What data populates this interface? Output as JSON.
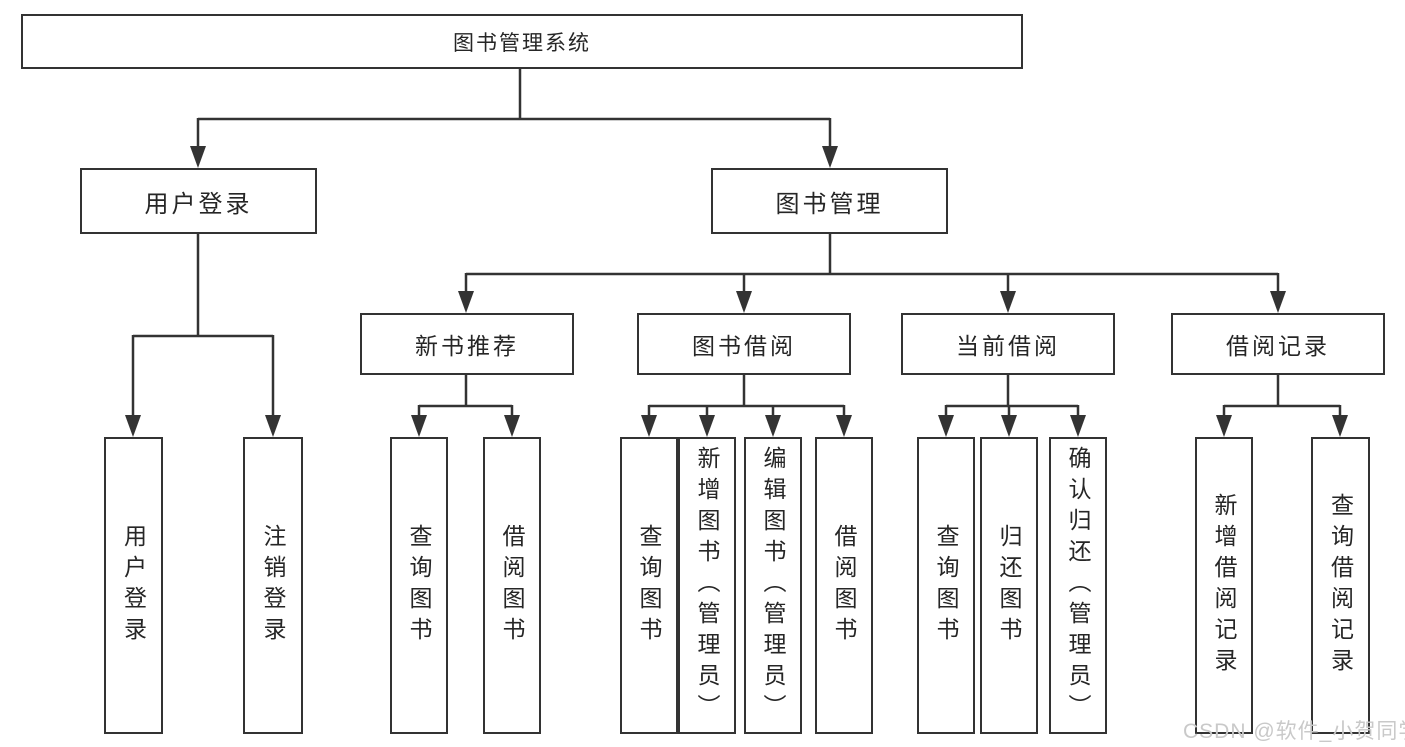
{
  "diagram": {
    "root": {
      "label": "图书管理系统"
    },
    "level2": [
      {
        "label": "用户登录"
      },
      {
        "label": "图书管理"
      }
    ],
    "level3": [
      {
        "label": "新书推荐"
      },
      {
        "label": "图书借阅"
      },
      {
        "label": "当前借阅"
      },
      {
        "label": "借阅记录"
      }
    ],
    "leaves": [
      {
        "label": "用户登录"
      },
      {
        "label": "注销登录"
      },
      {
        "label": "查询图书"
      },
      {
        "label": "借阅图书"
      },
      {
        "label": "查询图书"
      },
      {
        "label": "新增图书（管理员）"
      },
      {
        "label": "编辑图书（管理员）"
      },
      {
        "label": "借阅图书"
      },
      {
        "label": "查询图书"
      },
      {
        "label": "归还图书"
      },
      {
        "label": "确认归还（管理员）"
      },
      {
        "label": "新增借阅记录"
      },
      {
        "label": "查询借阅记录"
      }
    ]
  },
  "watermark": {
    "text": "CSDN @软件_小贺同学"
  },
  "colors": {
    "line": "#333333",
    "text": "#262626",
    "background": "#ffffff",
    "watermark": "#c9c9c9"
  }
}
